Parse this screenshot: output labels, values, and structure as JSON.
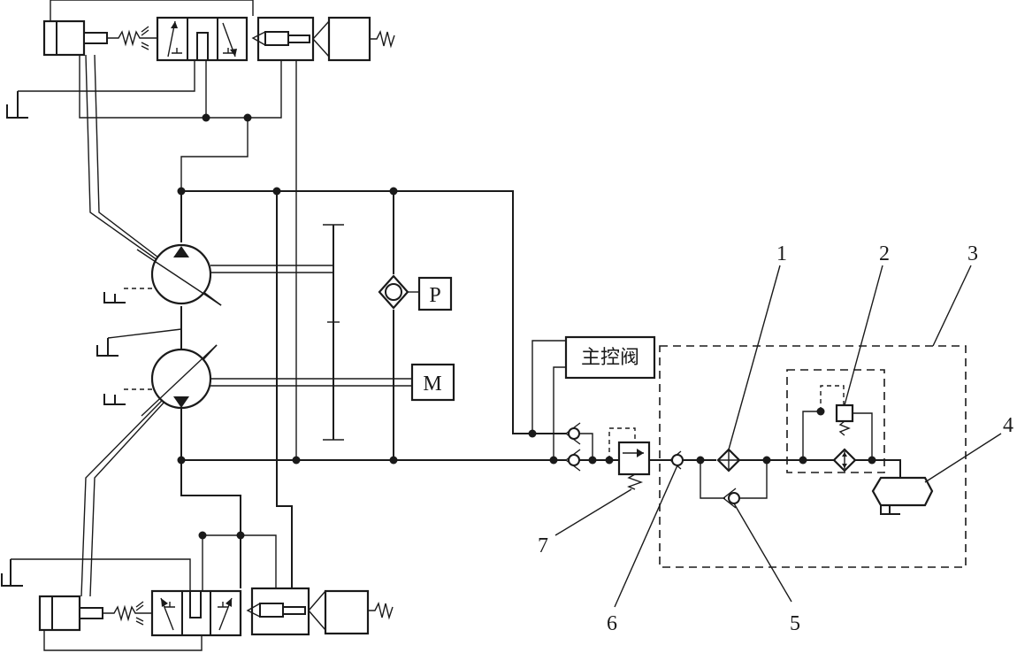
{
  "diagram": {
    "labels": {
      "main_control_valve": "主控阀",
      "pump_p": "P",
      "motor_m": "M",
      "callout_1": "1",
      "callout_2": "2",
      "callout_3": "3",
      "callout_4": "4",
      "callout_5": "5",
      "callout_6": "6",
      "callout_7": "7"
    }
  }
}
